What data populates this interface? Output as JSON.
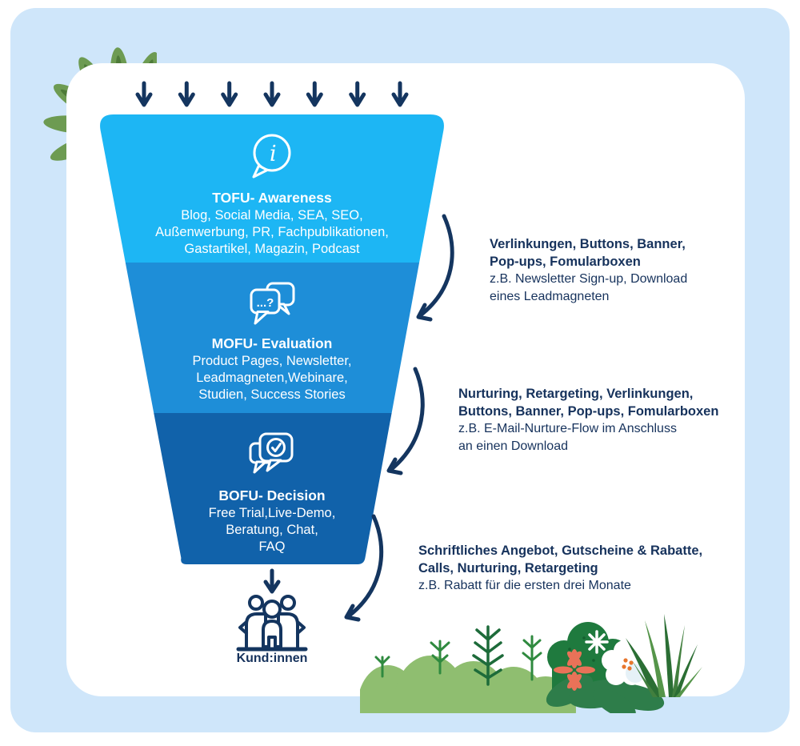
{
  "colors": {
    "background": "#cfe6fa",
    "card": "#ffffff",
    "tofu_blue": "#1db6f4",
    "mofu_blue": "#1e8ed8",
    "bofu_blue": "#1162aa",
    "navy": "#16325c",
    "funnel_text": "#ffffff",
    "leaf_green": "#6d9b52",
    "coral_flower": "#e97258"
  },
  "funnel": {
    "sections": [
      {
        "id": "tofu",
        "icon": "info-speech-bubble-icon",
        "icon_glyph": "i",
        "title": "TOFU- Awareness",
        "body": "Blog, Social Media, SEA, SEO,\nAußenwerbung, PR, Fachpublikationen,\nGastartikel, Magazin, Podcast"
      },
      {
        "id": "mofu",
        "icon": "question-chat-bubbles-icon",
        "icon_glyph": "...?",
        "title": "MOFU- Evaluation",
        "body": "Product Pages, Newsletter,\nLeadmagneten,Webinare,\nStudien, Success Stories"
      },
      {
        "id": "bofu",
        "icon": "check-chat-bubbles-icon",
        "title": "BOFU- Decision",
        "body": "Free Trial,Live-Demo,\nBeratung, Chat,\nFAQ"
      }
    ],
    "outlet": {
      "icon": "customers-group-icon",
      "label": "Kund:innen"
    }
  },
  "annotations": [
    {
      "bold": "Verlinkungen, Buttons, Banner,\nPop-ups, Fomularboxen",
      "normal": "z.B. Newsletter Sign-up, Download\neines Leadmagneten"
    },
    {
      "bold": "Nurturing, Retargeting, Verlinkungen,\nButtons, Banner, Pop-ups, Fomularboxen",
      "normal": "z.B. E-Mail-Nurture-Flow im Anschluss\nan einen Download"
    },
    {
      "bold": "Schriftliches Angebot, Gutscheine & Rabatte,\nCalls, Nurturing, Retargeting",
      "normal": "z.B. Rabatt für die ersten drei Monate"
    }
  ],
  "decorations": {
    "top_left": "leaf-burst-plant-icon",
    "bottom_right": "bushes-flowers-plants-icon"
  }
}
